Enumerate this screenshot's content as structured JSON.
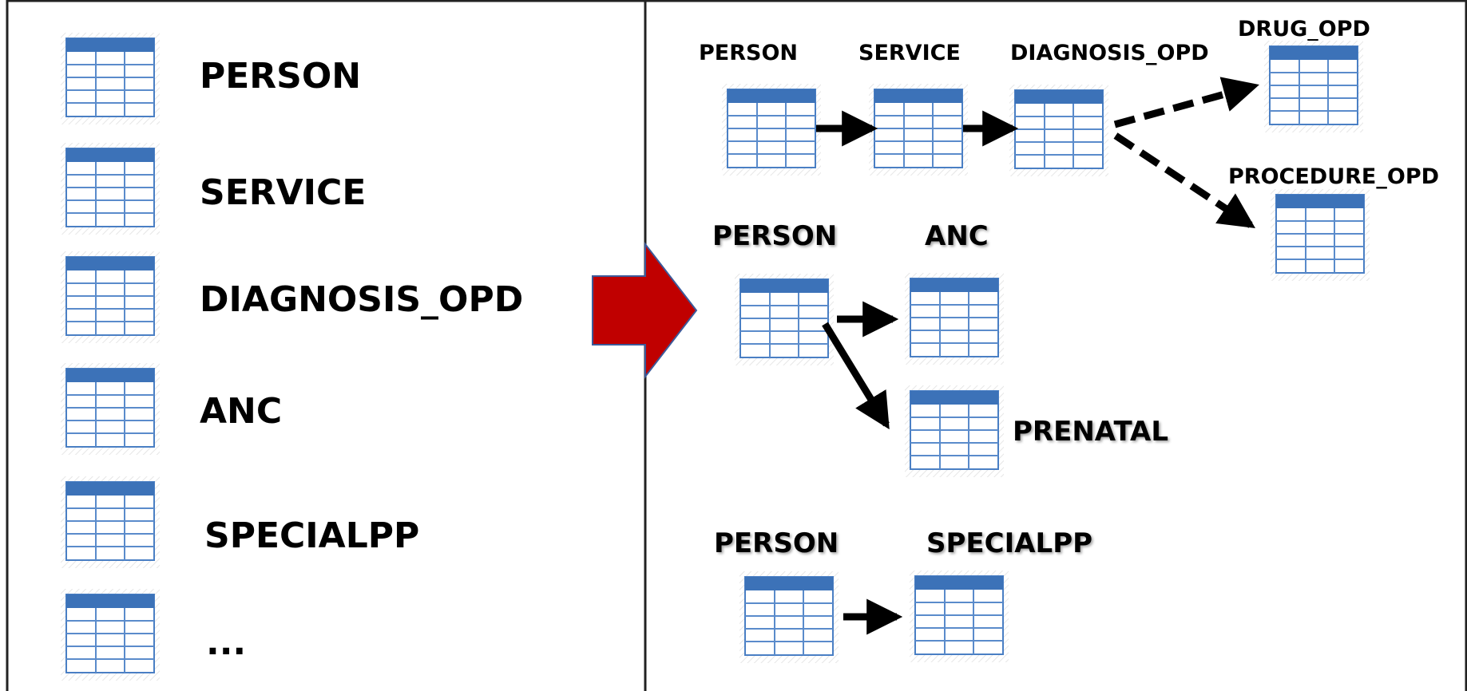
{
  "left_list": {
    "items": [
      {
        "label": "PERSON"
      },
      {
        "label": "SERVICE"
      },
      {
        "label": "DIAGNOSIS_OPD"
      },
      {
        "label": "ANC"
      },
      {
        "label": "SPECIALPP"
      },
      {
        "label": "..."
      }
    ]
  },
  "transform_arrow": {
    "color": "#C00000"
  },
  "right_diagram": {
    "group1": {
      "person": "PERSON",
      "service": "SERVICE",
      "diagnosis": "DIAGNOSIS_OPD",
      "drug": "DRUG_OPD",
      "procedure": "PROCEDURE_OPD"
    },
    "group2": {
      "person": "PERSON",
      "anc": "ANC",
      "prenatal": "PRENATAL"
    },
    "group3": {
      "person": "PERSON",
      "specialpp": "SPECIALPP"
    }
  },
  "colors": {
    "table_header": "#3C72B8",
    "table_border": "#4A7FC4",
    "table_grid": "#5A8BCB",
    "table_bg": "#FFFFFF",
    "arrow": "#000000"
  }
}
